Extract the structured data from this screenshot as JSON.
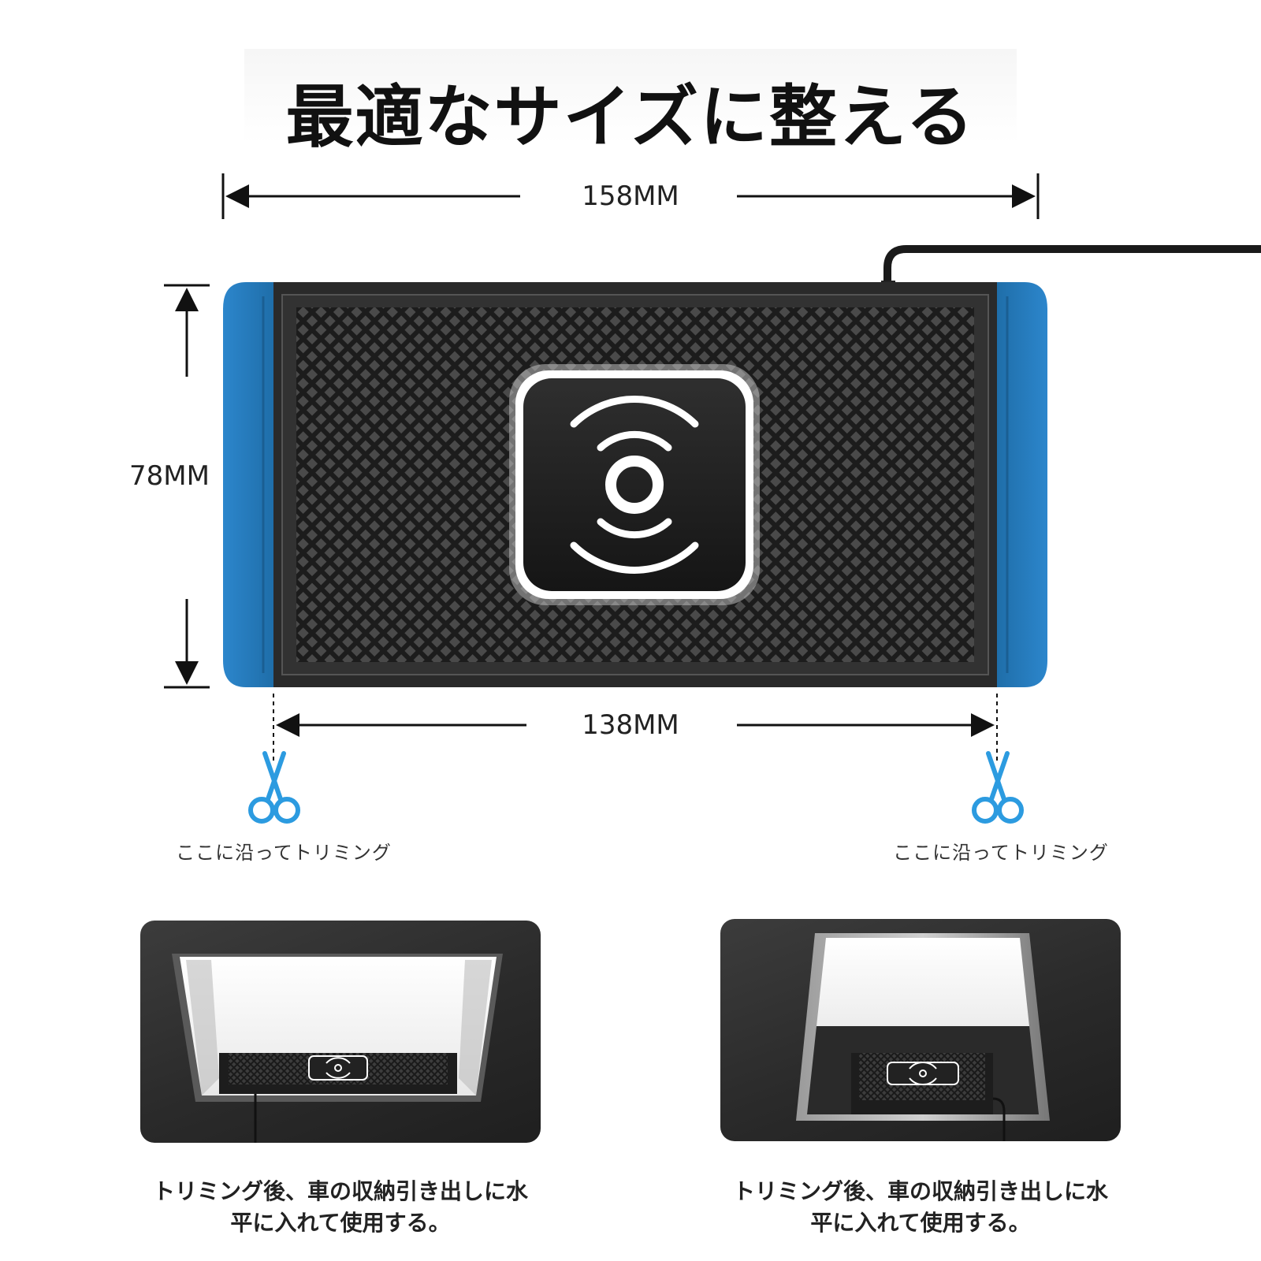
{
  "title": "最適なサイズに整える",
  "dimensions": {
    "total_width": "158MM",
    "height": "78MM",
    "inner_width": "138MM"
  },
  "trim": {
    "left_label": "ここに沿ってトリミング",
    "right_label": "ここに沿ってトリミング"
  },
  "captions": {
    "left_line1": "トリミング後、車の収納引き出しに水",
    "left_line2": "平に入れて使用する。",
    "right_line1": "トリミング後、車の収納引き出しに水",
    "right_line2": "平に入れて使用する。"
  },
  "colors": {
    "accent_blue": "#2a7fc4",
    "mat_dark": "#2b2b2b",
    "scissors_blue": "#2c9be0"
  },
  "icons": [
    "wireless-charging-icon",
    "scissors-icon",
    "arrow-icon"
  ]
}
